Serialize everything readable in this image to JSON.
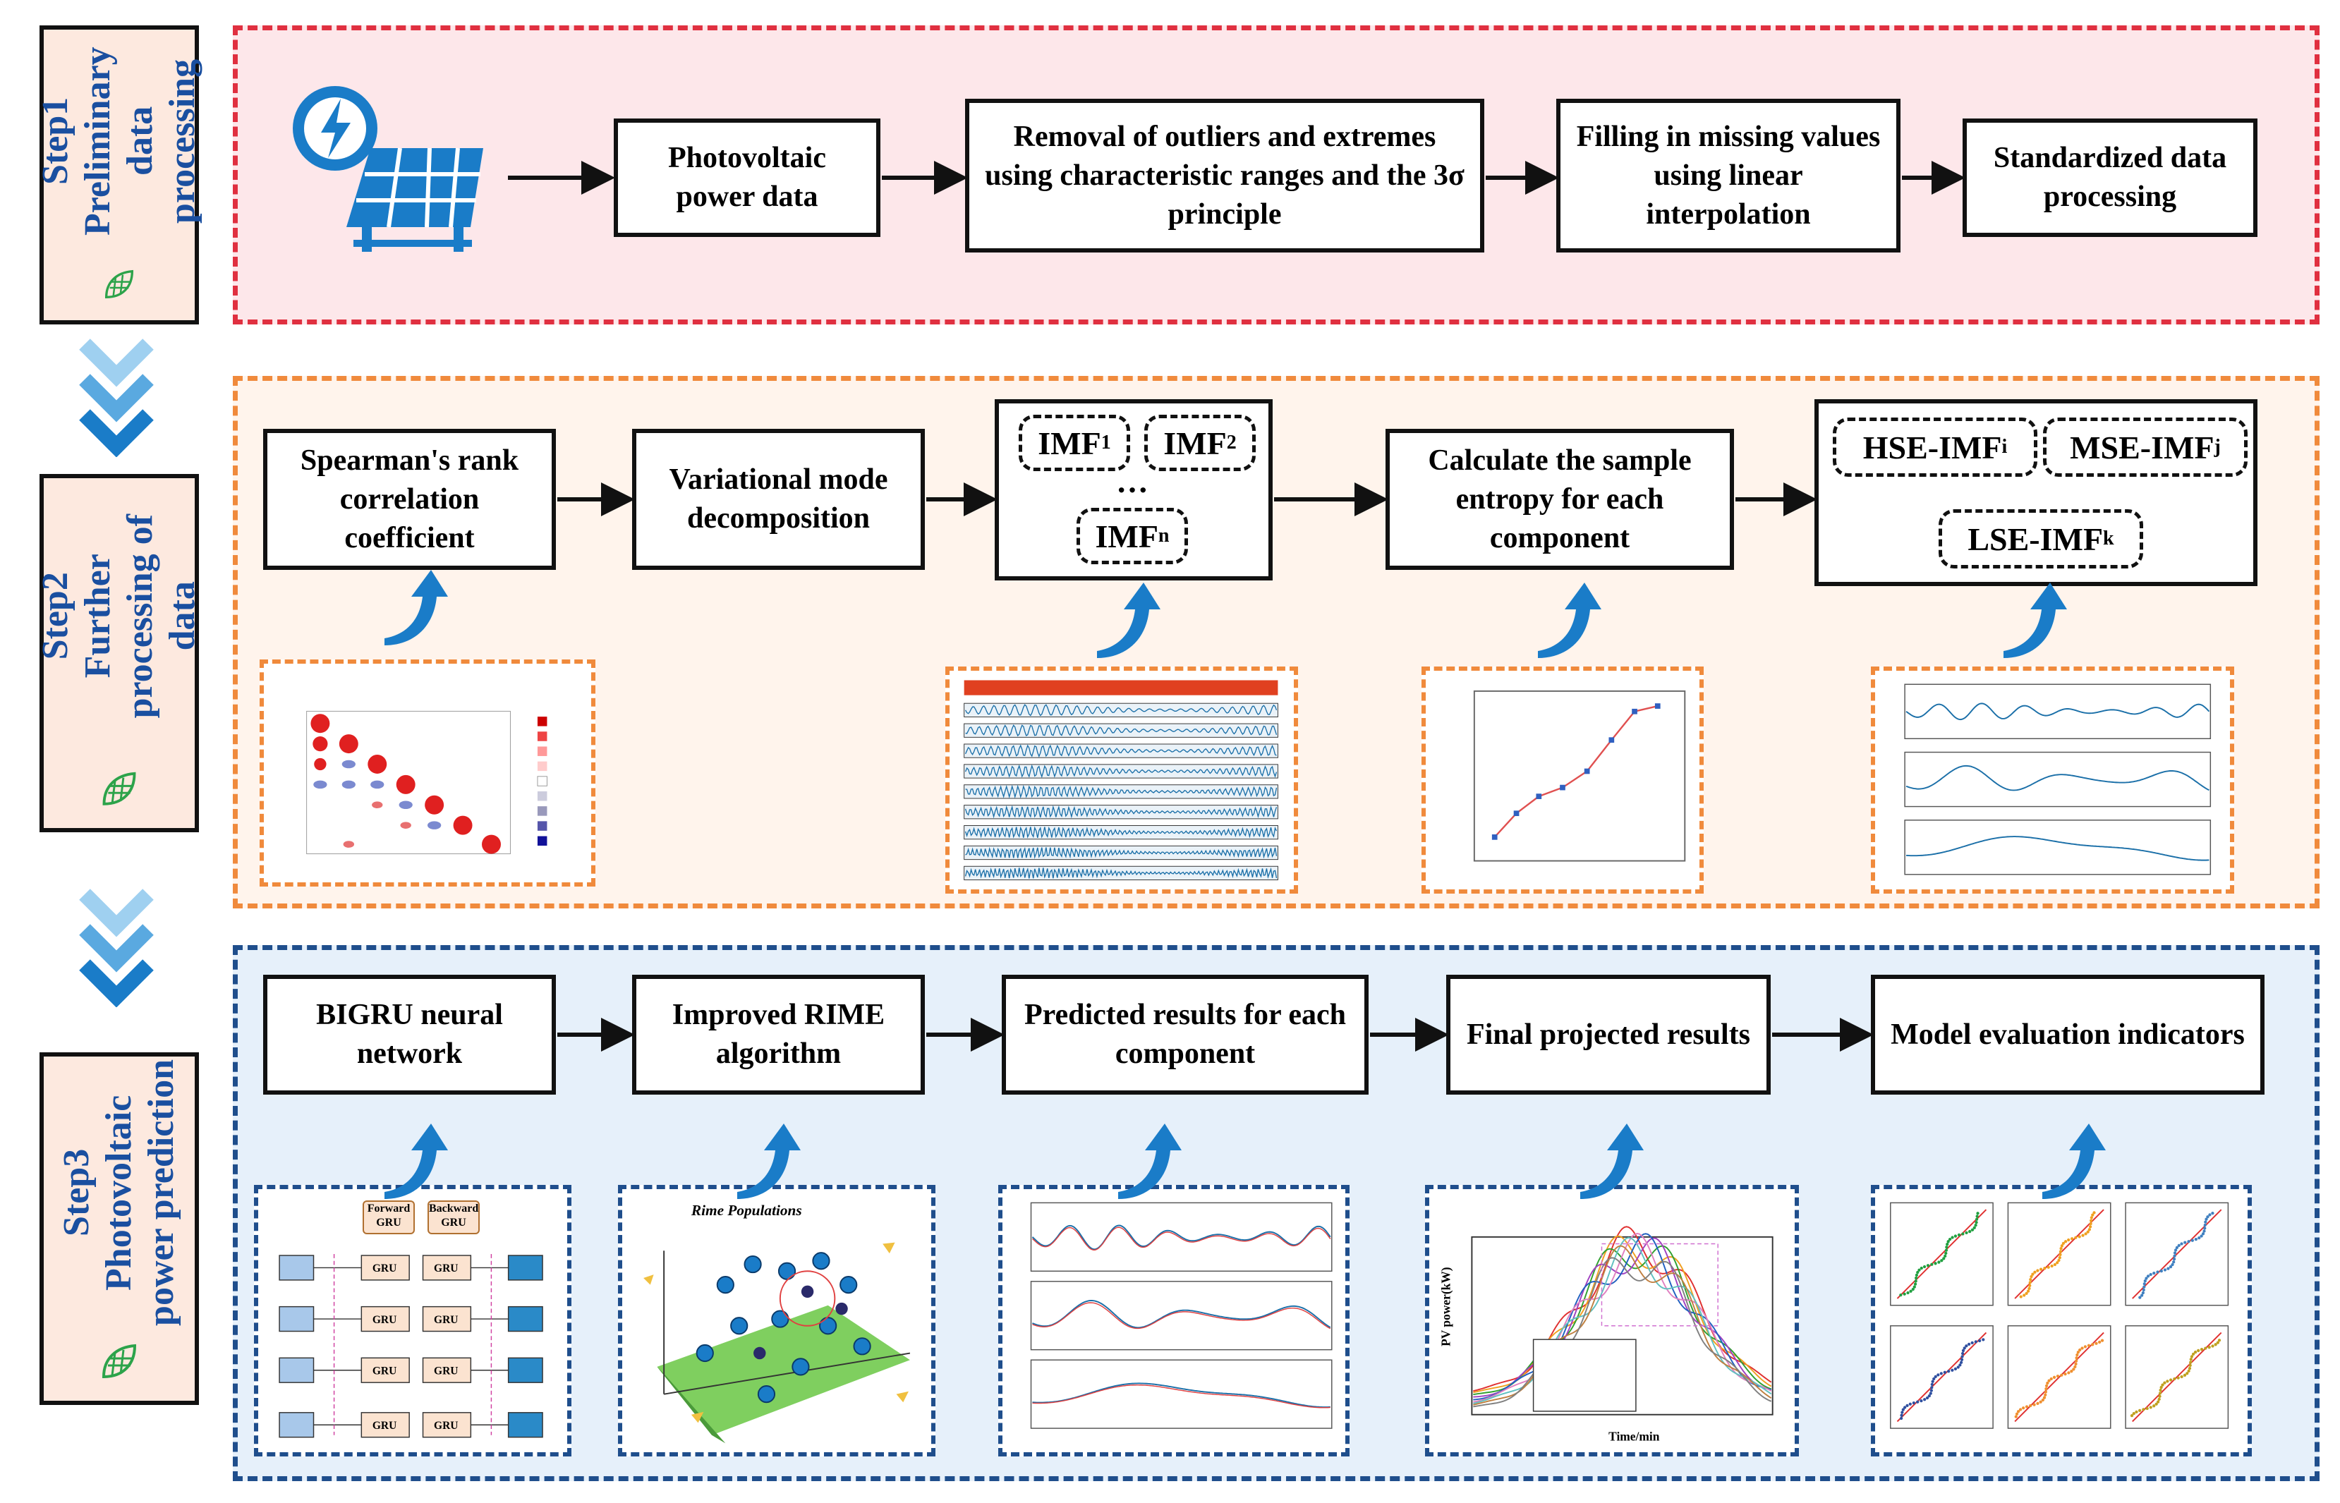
{
  "steps": [
    {
      "label": "Step1\nPreliminary data\nprocessing"
    },
    {
      "label": "Step2\nFurther\nprocessing of data"
    },
    {
      "label": "Step3\nPhotovoltaic\npower prediction"
    }
  ],
  "row1": {
    "pv_data": "Photovoltaic power data",
    "outliers": "Removal of outliers and extremes using characteristic ranges and the 3σ principle",
    "filling": "Filling in missing values using linear interpolation",
    "standardized": "Standardized data processing"
  },
  "row2": {
    "spearman": "Spearman's rank correlation coefficient",
    "vmd": "Variational mode decomposition",
    "imf": {
      "base": "IMF",
      "sub1": "1",
      "sub2": "2",
      "subn": "n",
      "dots": "···"
    },
    "entropy": "Calculate the sample entropy for each component",
    "groups": {
      "hse": "HSE-IMF",
      "hse_sub": "i",
      "mse": "MSE-IMF",
      "mse_sub": "j",
      "lse": "LSE-IMF",
      "lse_sub": "k"
    }
  },
  "row3": {
    "bigru": "BIGRU neural network",
    "rime": "Improved RIME algorithm",
    "predicted": "Predicted results for each component",
    "final": "Final projected results",
    "evaluation": "Model evaluation indicators"
  },
  "thumbs": {
    "gru": {
      "forward": "Forward GRU",
      "backward": "Backward GRU",
      "cell": "GRU"
    },
    "rime": {
      "title": "Rime Populations"
    },
    "final": {
      "ylabel": "PV power(kW)",
      "xlabel": "Time/min"
    }
  },
  "colors": {
    "step1_border": "#e03040",
    "step2_border": "#f08a3c",
    "step3_border": "#1f4e8c",
    "accent_blue": "#1a7cc8",
    "step_text": "#1a4fa0"
  },
  "icons": [
    "solar-panel-icon",
    "solar-leaf-icon",
    "chevron-down-icon",
    "curved-up-arrow-icon"
  ]
}
